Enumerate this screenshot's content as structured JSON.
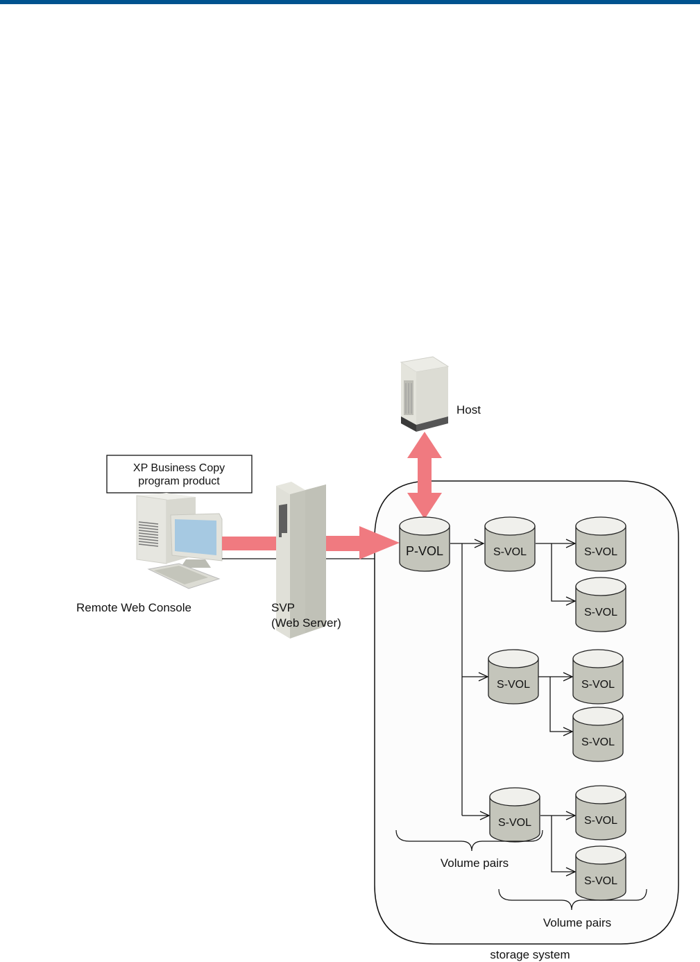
{
  "header_bar": {
    "color": "#00538f"
  },
  "colors": {
    "arrow_pink": "#f07a80",
    "volume_body": "#c4c5bb",
    "volume_top": "#f0f0ec",
    "monitor_screen": "#a6c9e2",
    "storage_fill": "#fcfcfc"
  },
  "diagram": {
    "host_label": "Host",
    "software_box": {
      "line1": "XP Business Copy",
      "line2": "program product"
    },
    "console_label": "Remote Web Console",
    "svp_label": {
      "line1": "SVP",
      "line2": "(Web Server)"
    },
    "storage_label": "storage system",
    "pvol_label": "P-VOL",
    "svol_label": "S-VOL",
    "pairs_label_1": "Volume pairs",
    "pairs_label_2": "Volume pairs",
    "icons": [
      "host-server-icon",
      "desktop-computer-icon",
      "svp-server-icon",
      "volume-cylinder-icon"
    ]
  }
}
